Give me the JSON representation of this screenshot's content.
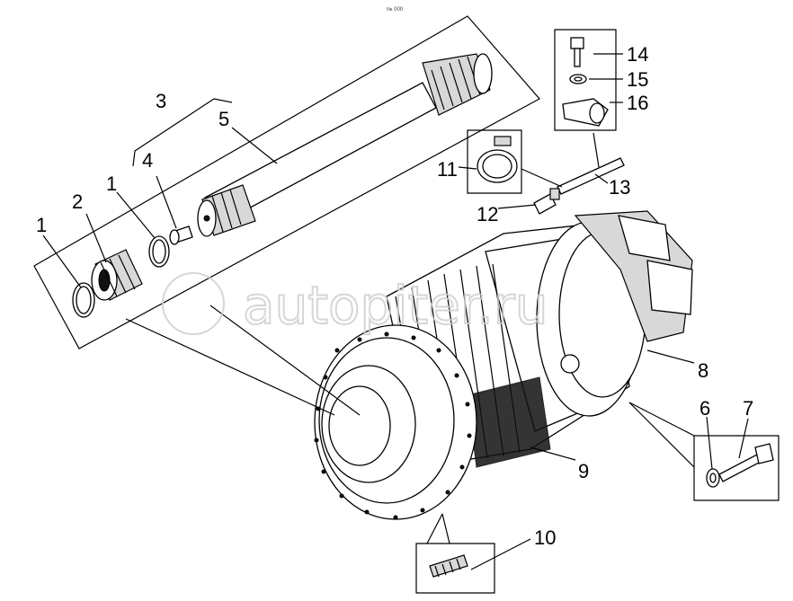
{
  "diagram": {
    "top_mark": "№ 000",
    "watermark": "autopiter.ru",
    "callouts": {
      "c1a": "1",
      "c1b": "1",
      "c2": "2",
      "c3": "3",
      "c4": "4",
      "c5": "5",
      "c6": "6",
      "c7": "7",
      "c8": "8",
      "c9": "9",
      "c10": "10",
      "c11": "11",
      "c12": "12",
      "c13": "13",
      "c14": "14",
      "c15": "15",
      "c16": "16"
    },
    "colors": {
      "line": "#000000",
      "watermark": "#cfcfcf",
      "shade": "#d8d8d8"
    }
  }
}
